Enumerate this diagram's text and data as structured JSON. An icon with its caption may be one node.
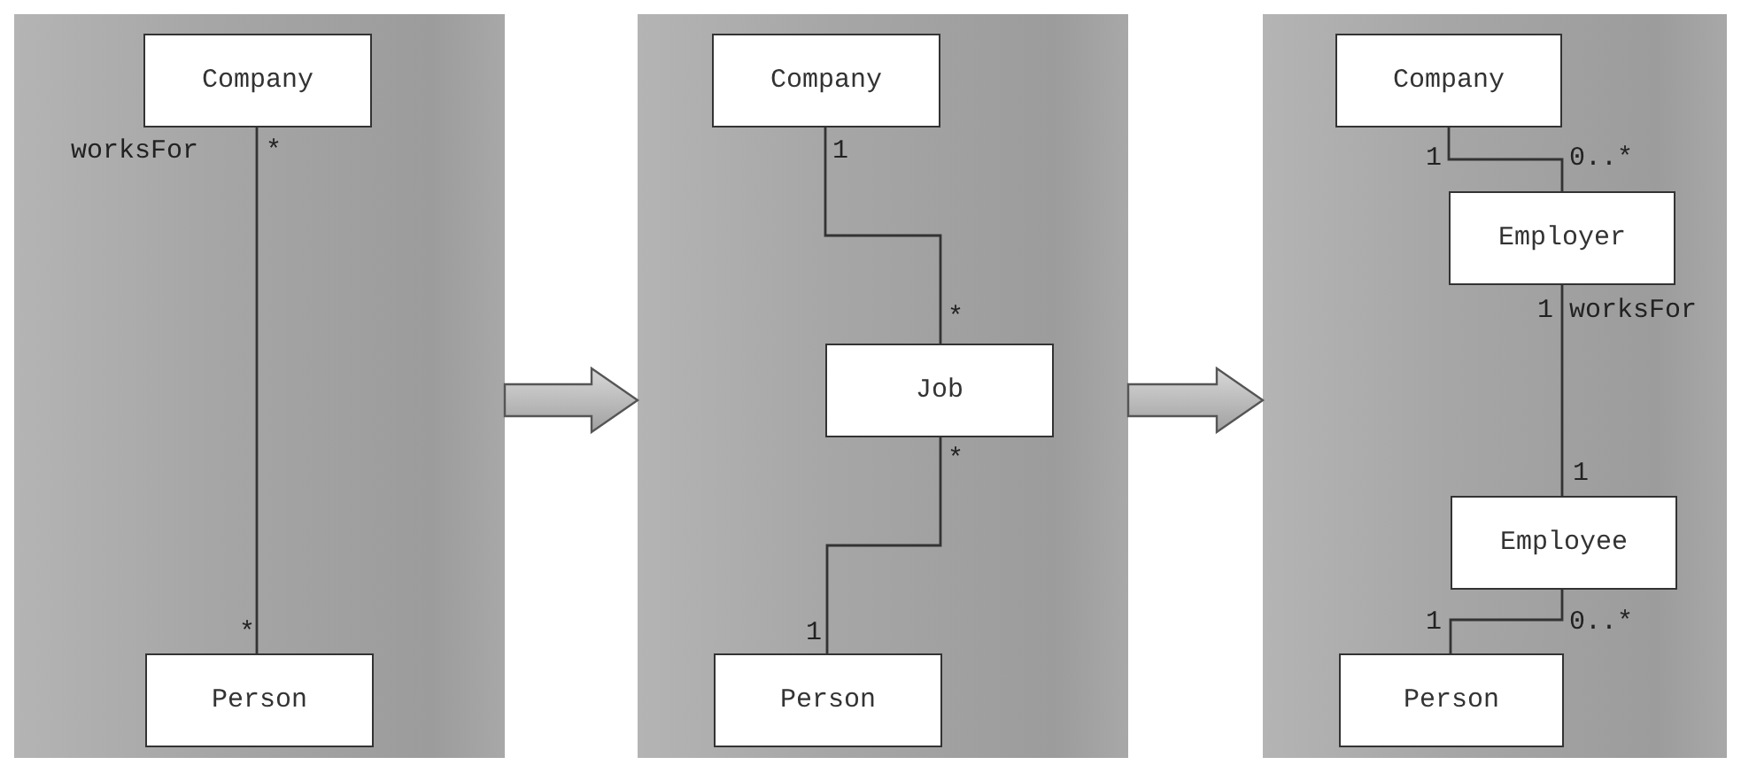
{
  "diagram": {
    "nodes": [
      {
        "text": [],
        "shape": "box"
      },
      {
        "text": [
          "Company"
        ],
        "in": 0
      },
      {
        "text": [
          "Person"
        ],
        "in": 0
      },
      {
        "text": [],
        "shape": "box"
      },
      {
        "text": [
          "Company"
        ],
        "in": 3
      },
      {
        "text": [
          "Job"
        ],
        "in": 3
      },
      {
        "text": [
          "Person"
        ],
        "in": 3
      },
      {
        "text": [],
        "shape": "box"
      },
      {
        "text": [
          "Company"
        ],
        "in": 7
      },
      {
        "text": [
          "Employer"
        ],
        "in": 7
      },
      {
        "text": [
          "Employee"
        ],
        "in": 7
      },
      {
        "text": [
          "Person"
        ],
        "in": 7
      }
    ],
    "edges": [
      {
        "from": 1,
        "to": 2,
        "arrow": "none"
      },
      {
        "from": 4,
        "to": 5,
        "arrow": "none"
      },
      {
        "from": 5,
        "to": 6,
        "arrow": "none"
      },
      {
        "from": 8,
        "to": 9,
        "arrow": "none"
      },
      {
        "from": 9,
        "to": 10,
        "arrow": "none"
      },
      {
        "from": 10,
        "to": 11,
        "arrow": "none"
      },
      {
        "from": 0,
        "to": 3,
        "arrow": "to",
        "style": "thick"
      },
      {
        "from": 3,
        "to": 7,
        "arrow": "to",
        "style": "thick"
      }
    ],
    "labels": [
      "worksFor",
      "*",
      "*",
      "1",
      "*",
      "*",
      "1",
      "1",
      "0..*",
      "1",
      "worksFor",
      "1",
      "1",
      "0..*"
    ]
  }
}
